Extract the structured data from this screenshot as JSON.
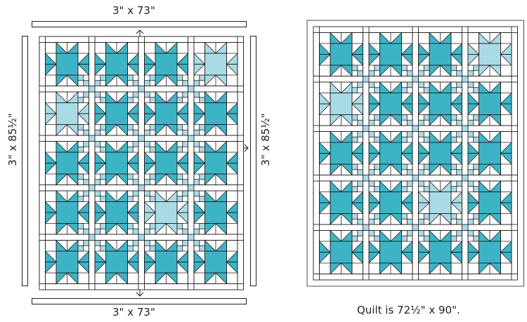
{
  "diagram": {
    "labels": {
      "top_border": "3\" x 73\"",
      "bottom_border": "3\" x 73\"",
      "left_border": "3\" x 85½\"",
      "right_border": "3\" x 85½\"",
      "caption": "Quilt is 72½\" x 90\"."
    },
    "colors": {
      "teal": "#3cb4c6",
      "light_blue": "#a9dbe6",
      "white": "#ffffff",
      "outline": "#231f20"
    },
    "blocks": {
      "rows": 5,
      "cols": 4,
      "light_blocks": [
        "0-3",
        "1-0",
        "3-2"
      ]
    }
  }
}
